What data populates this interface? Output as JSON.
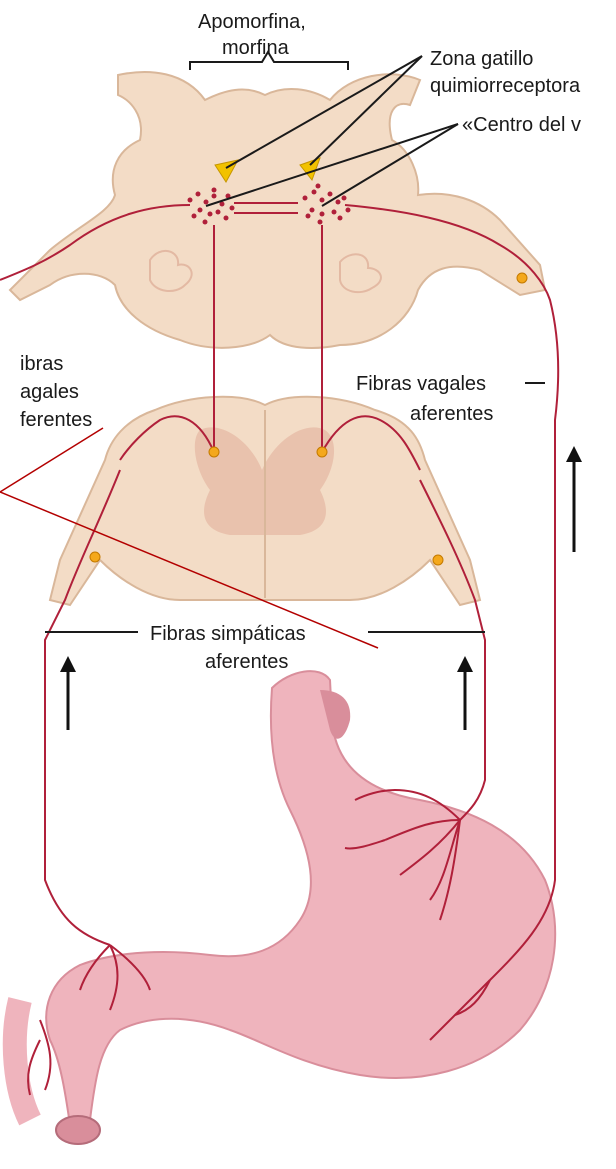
{
  "labels": {
    "drug_line1": "Apomorfina,",
    "drug_line2": "morfina",
    "trigger_line1": "Zona gatillo",
    "trigger_line2": "quimiorreceptora",
    "vomit_center": "«Centro del v",
    "left_vagal_line1": "ibras",
    "left_vagal_line2": "agales",
    "left_vagal_line3": "ferentes",
    "right_vagal_line1": "Fibras vagales",
    "right_vagal_line2": "aferentes",
    "symp_line1": "Fibras simpáticas",
    "symp_line2": "aferentes"
  },
  "colors": {
    "tissue": "#f3dcc6",
    "tissue_outline": "#d9b79a",
    "inner": "#e9c2ad",
    "nerve": "#b0203a",
    "stomach": "#efb4bd",
    "stomach_shadow": "#d98e9b",
    "trigger_zone": "#f2c200",
    "ganglion": "#f4a81c",
    "annotation_line": "#b30000"
  }
}
